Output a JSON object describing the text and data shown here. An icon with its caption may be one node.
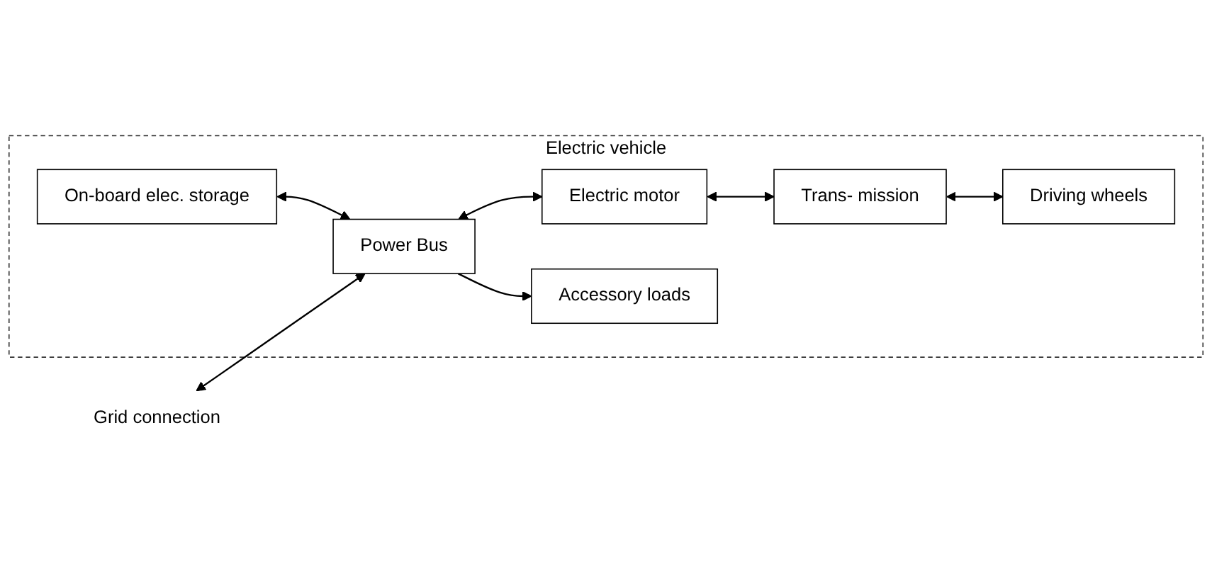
{
  "diagram": {
    "nodes": [
      {
        "text": [
          "Electric vehicle"
        ]
      },
      {
        "text": [
          "On-board elec. storage"
        ],
        "in": 0
      },
      {
        "text": [
          "Power Bus"
        ],
        "in": 0
      },
      {
        "text": [
          "Electric motor"
        ],
        "in": 0
      },
      {
        "text": [
          "Accessory loads"
        ],
        "in": 0
      },
      {
        "text": [
          "Trans- mission"
        ],
        "in": 0
      },
      {
        "text": [
          "Driving wheels"
        ],
        "in": 0
      },
      {
        "text": [
          "Grid connection"
        ]
      }
    ],
    "edges": [
      {
        "from": 1,
        "to": 2,
        "arrow": "both"
      },
      {
        "from": 7,
        "to": 2,
        "arrow": "both"
      },
      {
        "from": 2,
        "to": 3,
        "arrow": "both"
      },
      {
        "from": 2,
        "to": 4,
        "arrow": "to"
      },
      {
        "from": 3,
        "to": 5,
        "arrow": "both"
      },
      {
        "from": 5,
        "to": 6,
        "arrow": "both"
      }
    ]
  }
}
